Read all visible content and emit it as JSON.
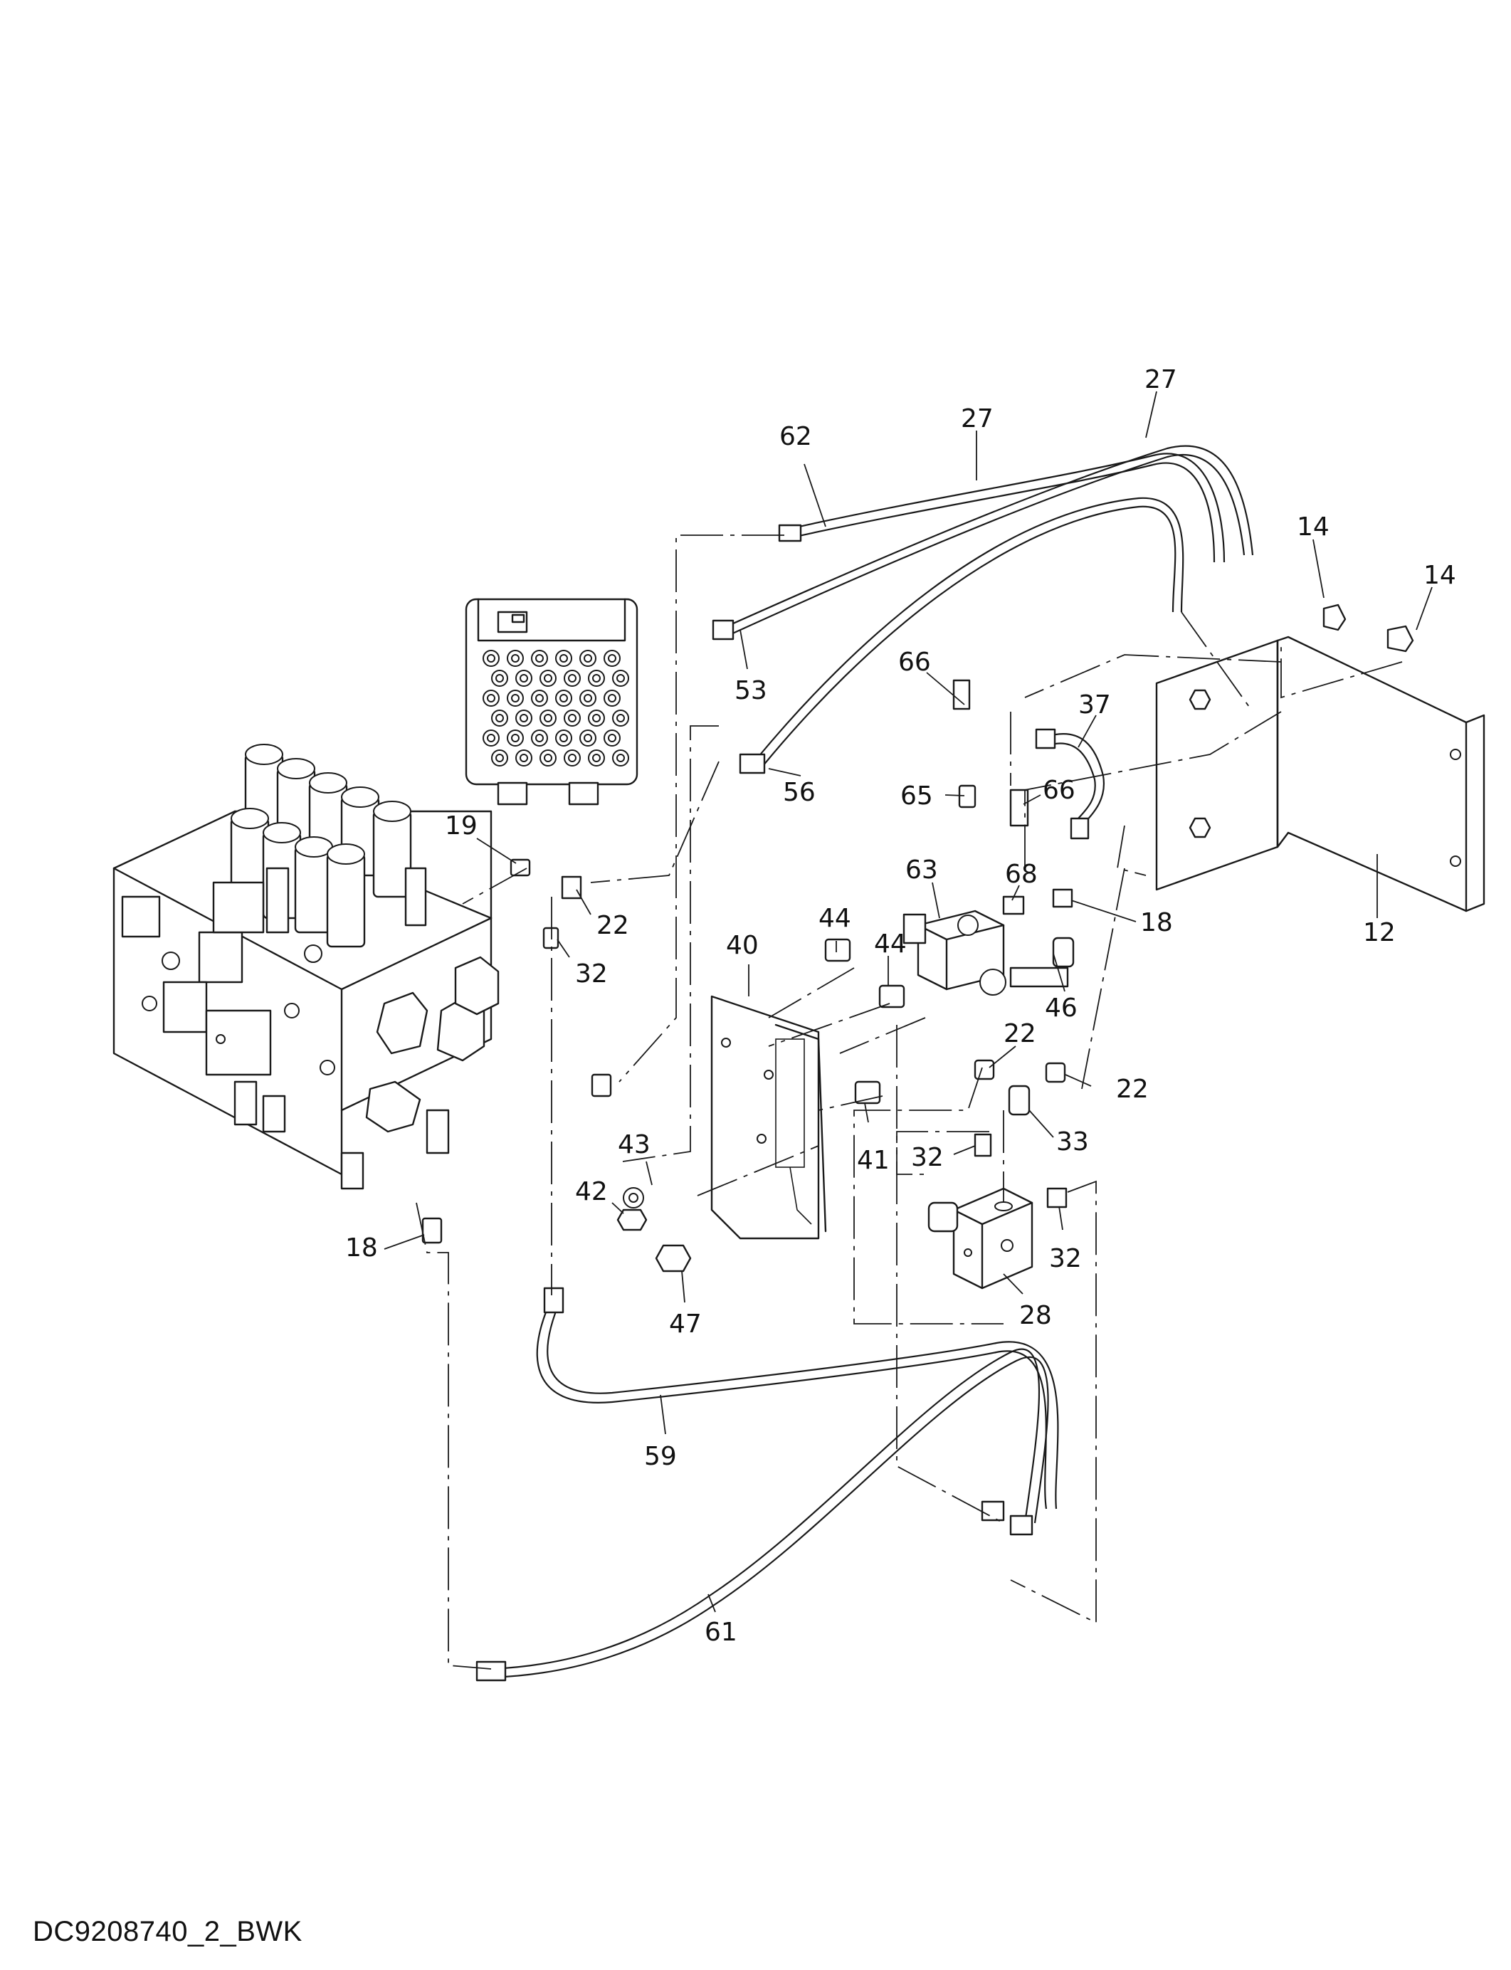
{
  "drawing_code": "DC9208740_2_BWK",
  "callouts": [
    {
      "id": "c62",
      "text": "62"
    },
    {
      "id": "c27a",
      "text": "27"
    },
    {
      "id": "c27b",
      "text": "27"
    },
    {
      "id": "c14a",
      "text": "14"
    },
    {
      "id": "c14b",
      "text": "14"
    },
    {
      "id": "c53",
      "text": "53"
    },
    {
      "id": "c66a",
      "text": "66"
    },
    {
      "id": "c37",
      "text": "37"
    },
    {
      "id": "c56",
      "text": "56"
    },
    {
      "id": "c65",
      "text": "65"
    },
    {
      "id": "c66b",
      "text": "66"
    },
    {
      "id": "c19",
      "text": "19"
    },
    {
      "id": "c63",
      "text": "63"
    },
    {
      "id": "c68",
      "text": "68"
    },
    {
      "id": "c18a",
      "text": "18"
    },
    {
      "id": "c12",
      "text": "12"
    },
    {
      "id": "c22a",
      "text": "22"
    },
    {
      "id": "c40",
      "text": "40"
    },
    {
      "id": "c44a",
      "text": "44"
    },
    {
      "id": "c44b",
      "text": "44"
    },
    {
      "id": "c32a",
      "text": "32"
    },
    {
      "id": "c46",
      "text": "46"
    },
    {
      "id": "c22b",
      "text": "22"
    },
    {
      "id": "c22c",
      "text": "22"
    },
    {
      "id": "c33",
      "text": "33"
    },
    {
      "id": "c43",
      "text": "43"
    },
    {
      "id": "c41",
      "text": "41"
    },
    {
      "id": "c32b",
      "text": "32"
    },
    {
      "id": "c42",
      "text": "42"
    },
    {
      "id": "c18b",
      "text": "18"
    },
    {
      "id": "c32c",
      "text": "32"
    },
    {
      "id": "c28",
      "text": "28"
    },
    {
      "id": "c47",
      "text": "47"
    },
    {
      "id": "c59",
      "text": "59"
    },
    {
      "id": "c61",
      "text": "61"
    }
  ]
}
